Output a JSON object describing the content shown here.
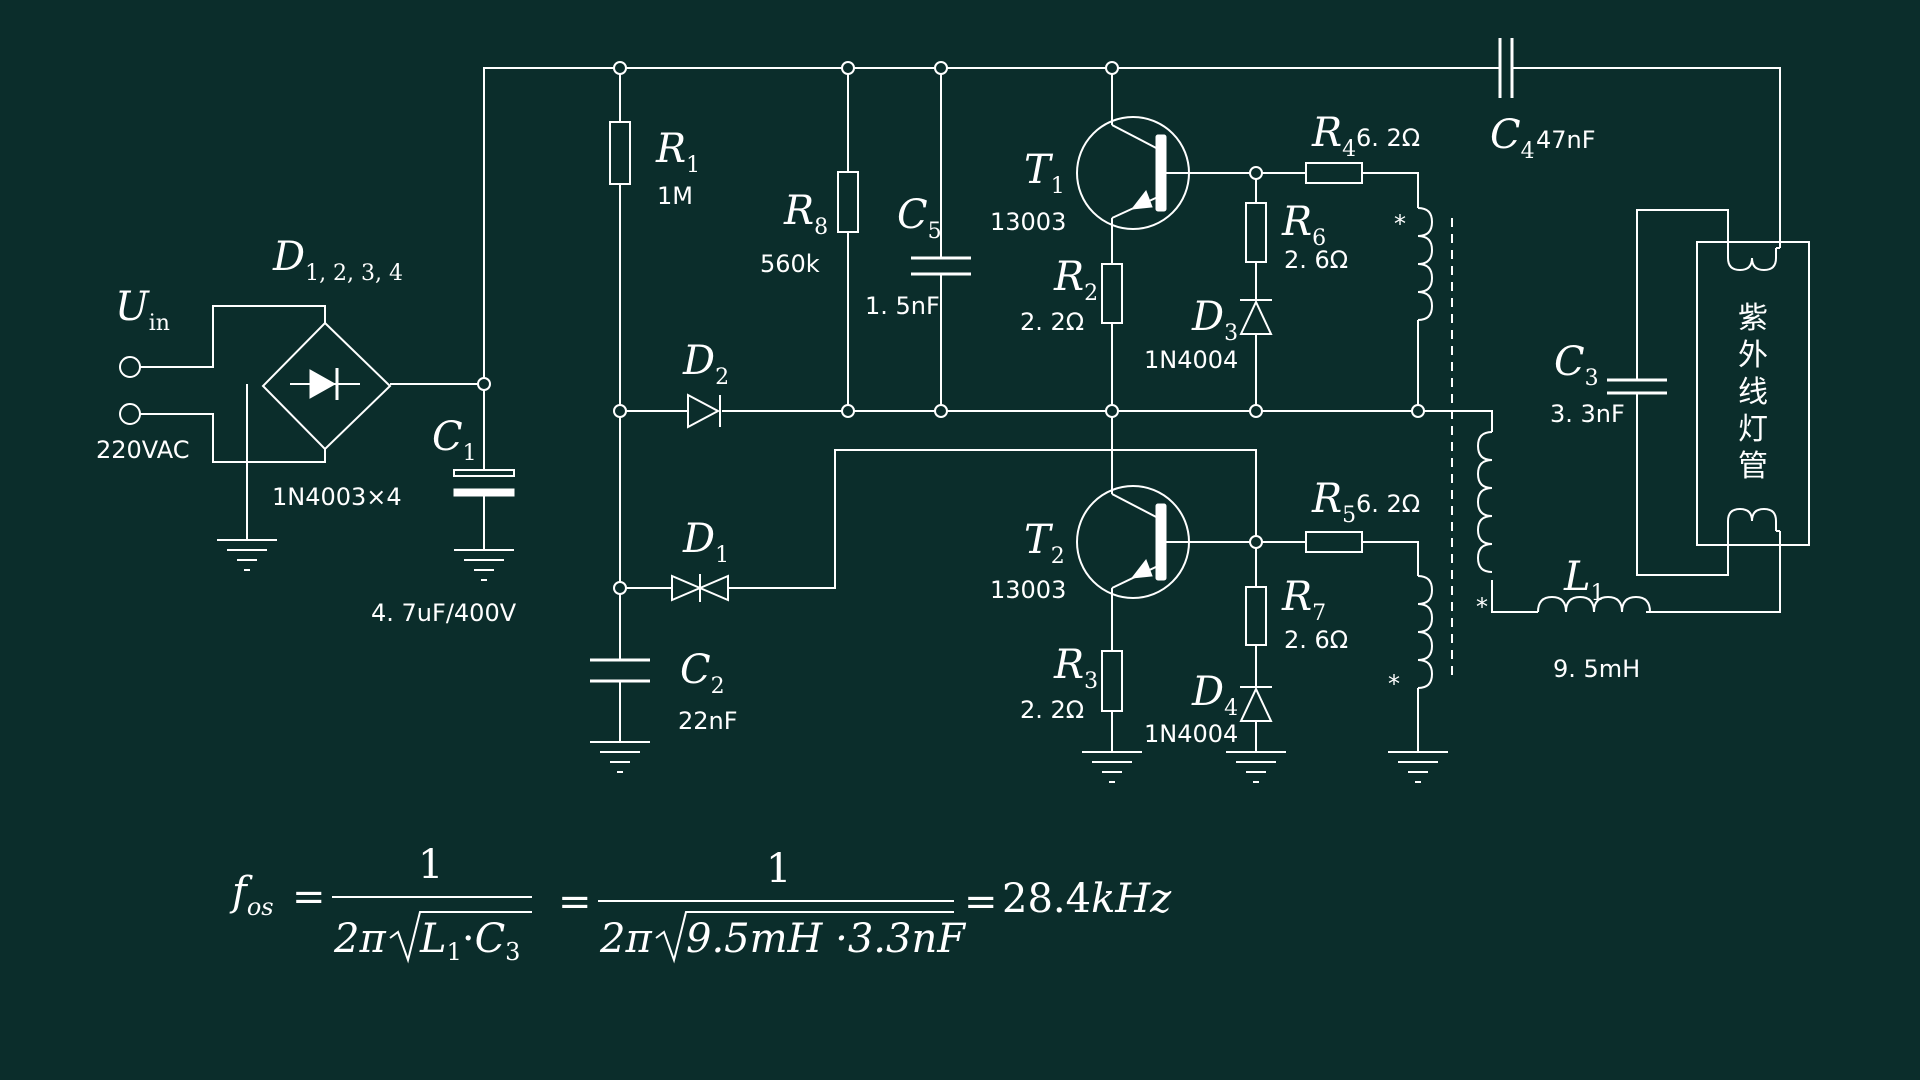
{
  "colors": {
    "background": "#0b2d2b",
    "ink": "#ffffff"
  },
  "labels": {
    "uin": {
      "main": "U",
      "sub": "in"
    },
    "uin_value": "220VAC",
    "d1234": {
      "main": "D",
      "sub": "1, 2, 3, 4"
    },
    "d1234_value": "1N4003×4",
    "c1": {
      "main": "C",
      "sub": "1"
    },
    "c1_value": "4. 7uF/400V",
    "r1": {
      "main": "R",
      "sub": "1"
    },
    "r1_value": "1M",
    "r8": {
      "main": "R",
      "sub": "8"
    },
    "r8_value": "560k",
    "c5": {
      "main": "C",
      "sub": "5"
    },
    "c5_value": "1. 5nF",
    "d2": {
      "main": "D",
      "sub": "2"
    },
    "d1": {
      "main": "D",
      "sub": "1"
    },
    "c2": {
      "main": "C",
      "sub": "2"
    },
    "c2_value": "22nF",
    "t1": {
      "main": "T",
      "sub": "1"
    },
    "t1_value": "13003",
    "r2": {
      "main": "R",
      "sub": "2"
    },
    "r2_value": "2. 2Ω",
    "t2": {
      "main": "T",
      "sub": "2"
    },
    "t2_value": "13003",
    "r3": {
      "main": "R",
      "sub": "3"
    },
    "r3_value": "2. 2Ω",
    "r4": {
      "main": "R",
      "sub": "4"
    },
    "r4_value": "6. 2Ω",
    "r6": {
      "main": "R",
      "sub": "6"
    },
    "r6_value": "2. 6Ω",
    "d3": {
      "main": "D",
      "sub": "3"
    },
    "d3_value": "1N4004",
    "r5": {
      "main": "R",
      "sub": "5"
    },
    "r5_value": "6. 2Ω",
    "r7": {
      "main": "R",
      "sub": "7"
    },
    "r7_value": "2. 6Ω",
    "d4": {
      "main": "D",
      "sub": "4"
    },
    "d4_value": "1N4004",
    "c4": {
      "main": "C",
      "sub": "4"
    },
    "c4_value": "47nF",
    "c3": {
      "main": "C",
      "sub": "3"
    },
    "c3_value": "3. 3nF",
    "l1": {
      "main": "L",
      "sub": "1"
    },
    "l1_value": "9. 5mH",
    "lamp": [
      "紫",
      "外",
      "线",
      "灯",
      "管"
    ],
    "dot_mark": "*"
  },
  "formula": {
    "lhs_main": "f",
    "lhs_sub": "os",
    "equals": "=",
    "numerator": "1",
    "den1_prefix": "2π",
    "den1_l": "L",
    "den1_l_sub": "1",
    "den1_dot": "·",
    "den1_c": "C",
    "den1_c_sub": "3",
    "den2_prefix": "2π",
    "den2_body": "9.5mH ·3.3nF",
    "result_num": "28.4",
    "result_unit": "kHz"
  }
}
